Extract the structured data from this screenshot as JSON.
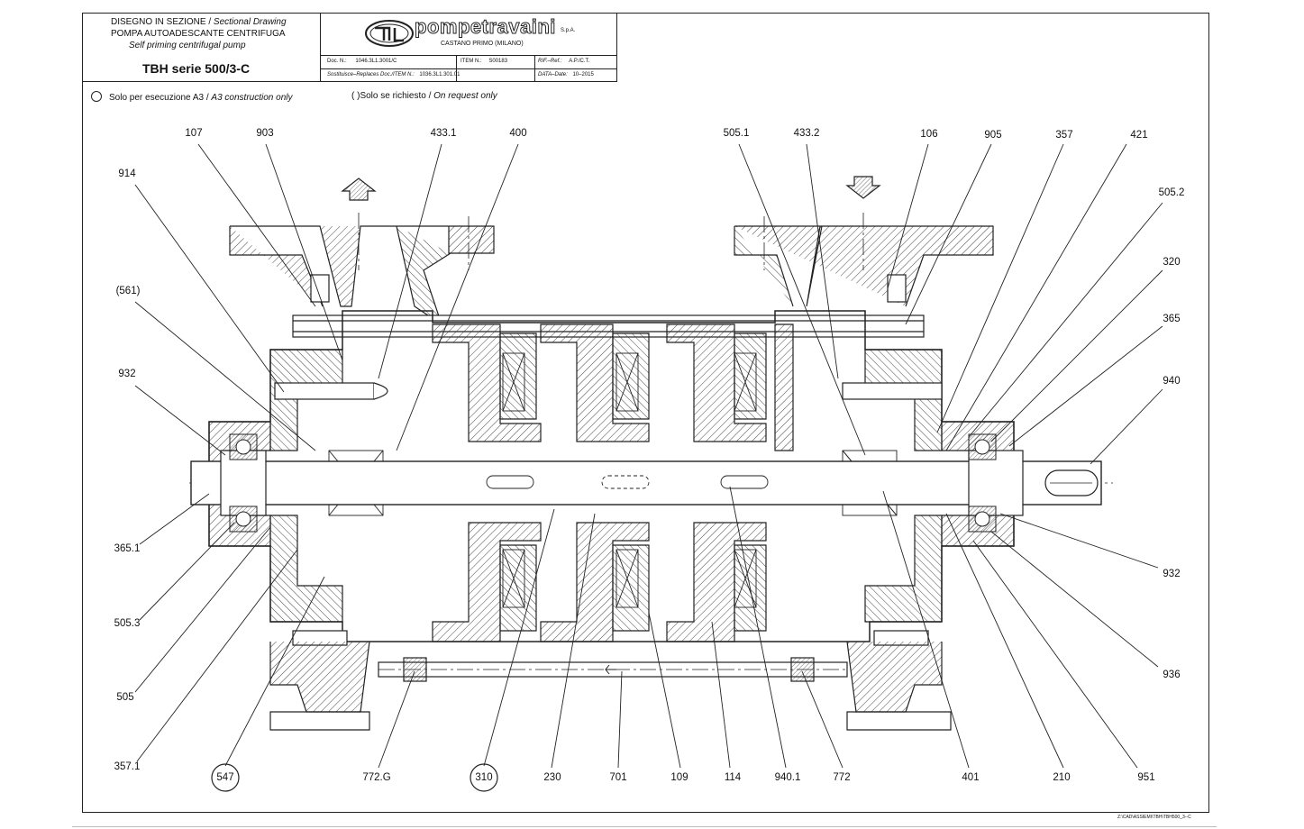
{
  "title_block": {
    "line1": "DISEGNO IN SEZIONE",
    "line1_en": "Sectional Drawing",
    "line2": "POMPA AUTOADESCANTE CENTRIFUGA",
    "line3": "Self priming centrifugal pump",
    "model": "TBH serie 500/3-C",
    "company": "pompetravaini",
    "company_suffix": "S.p.A.",
    "location": "CASTANO PRIMO (MILANO)",
    "doc_label": "Doc. N.:",
    "doc_value": "1046.3L1.3001/C",
    "item_label": "ITEM N.:",
    "item_value": "S00183",
    "rif_label": "RIF.–Ref.:",
    "rif_value": "A.P./C.T.",
    "replaces_label": "Sostituisce–Replaces Doc./ITEM N.:",
    "replaces_value": "1036.3L1.301.01",
    "date_label": "DATA–Date:",
    "date_value": "10–2015"
  },
  "notes": {
    "a3_note": "Solo per esecuzione A3",
    "a3_note_en": "A3 construction only",
    "request_note": "( )Solo se richiesto",
    "request_note_en": "On request only"
  },
  "labels": [
    {
      "id": "107",
      "text": "107"
    },
    {
      "id": "903",
      "text": "903"
    },
    {
      "id": "433.1",
      "text": "433.1"
    },
    {
      "id": "400",
      "text": "400"
    },
    {
      "id": "505.1",
      "text": "505.1"
    },
    {
      "id": "433.2",
      "text": "433.2"
    },
    {
      "id": "106",
      "text": "106"
    },
    {
      "id": "905",
      "text": "905"
    },
    {
      "id": "357",
      "text": "357"
    },
    {
      "id": "421",
      "text": "421"
    },
    {
      "id": "914",
      "text": "914"
    },
    {
      "id": "505.2",
      "text": "505.2"
    },
    {
      "id": "320",
      "text": "320"
    },
    {
      "id": "561",
      "text": "(561)"
    },
    {
      "id": "365",
      "text": "365"
    },
    {
      "id": "932a",
      "text": "932"
    },
    {
      "id": "940",
      "text": "940"
    },
    {
      "id": "365.1",
      "text": "365.1"
    },
    {
      "id": "932b",
      "text": "932"
    },
    {
      "id": "505.3",
      "text": "505.3"
    },
    {
      "id": "936",
      "text": "936"
    },
    {
      "id": "505",
      "text": "505"
    },
    {
      "id": "357.1",
      "text": "357.1"
    },
    {
      "id": "547",
      "text": "547"
    },
    {
      "id": "772.G",
      "text": "772.G"
    },
    {
      "id": "310",
      "text": "310"
    },
    {
      "id": "230",
      "text": "230"
    },
    {
      "id": "701",
      "text": "701"
    },
    {
      "id": "109",
      "text": "109"
    },
    {
      "id": "114",
      "text": "114"
    },
    {
      "id": "940.1",
      "text": "940.1"
    },
    {
      "id": "772",
      "text": "772"
    },
    {
      "id": "401",
      "text": "401"
    },
    {
      "id": "210",
      "text": "210"
    },
    {
      "id": "951",
      "text": "951"
    }
  ],
  "footer_path": "Z:\\CAD\\ASSIEMI\\TBH\\TBH500_3--C"
}
